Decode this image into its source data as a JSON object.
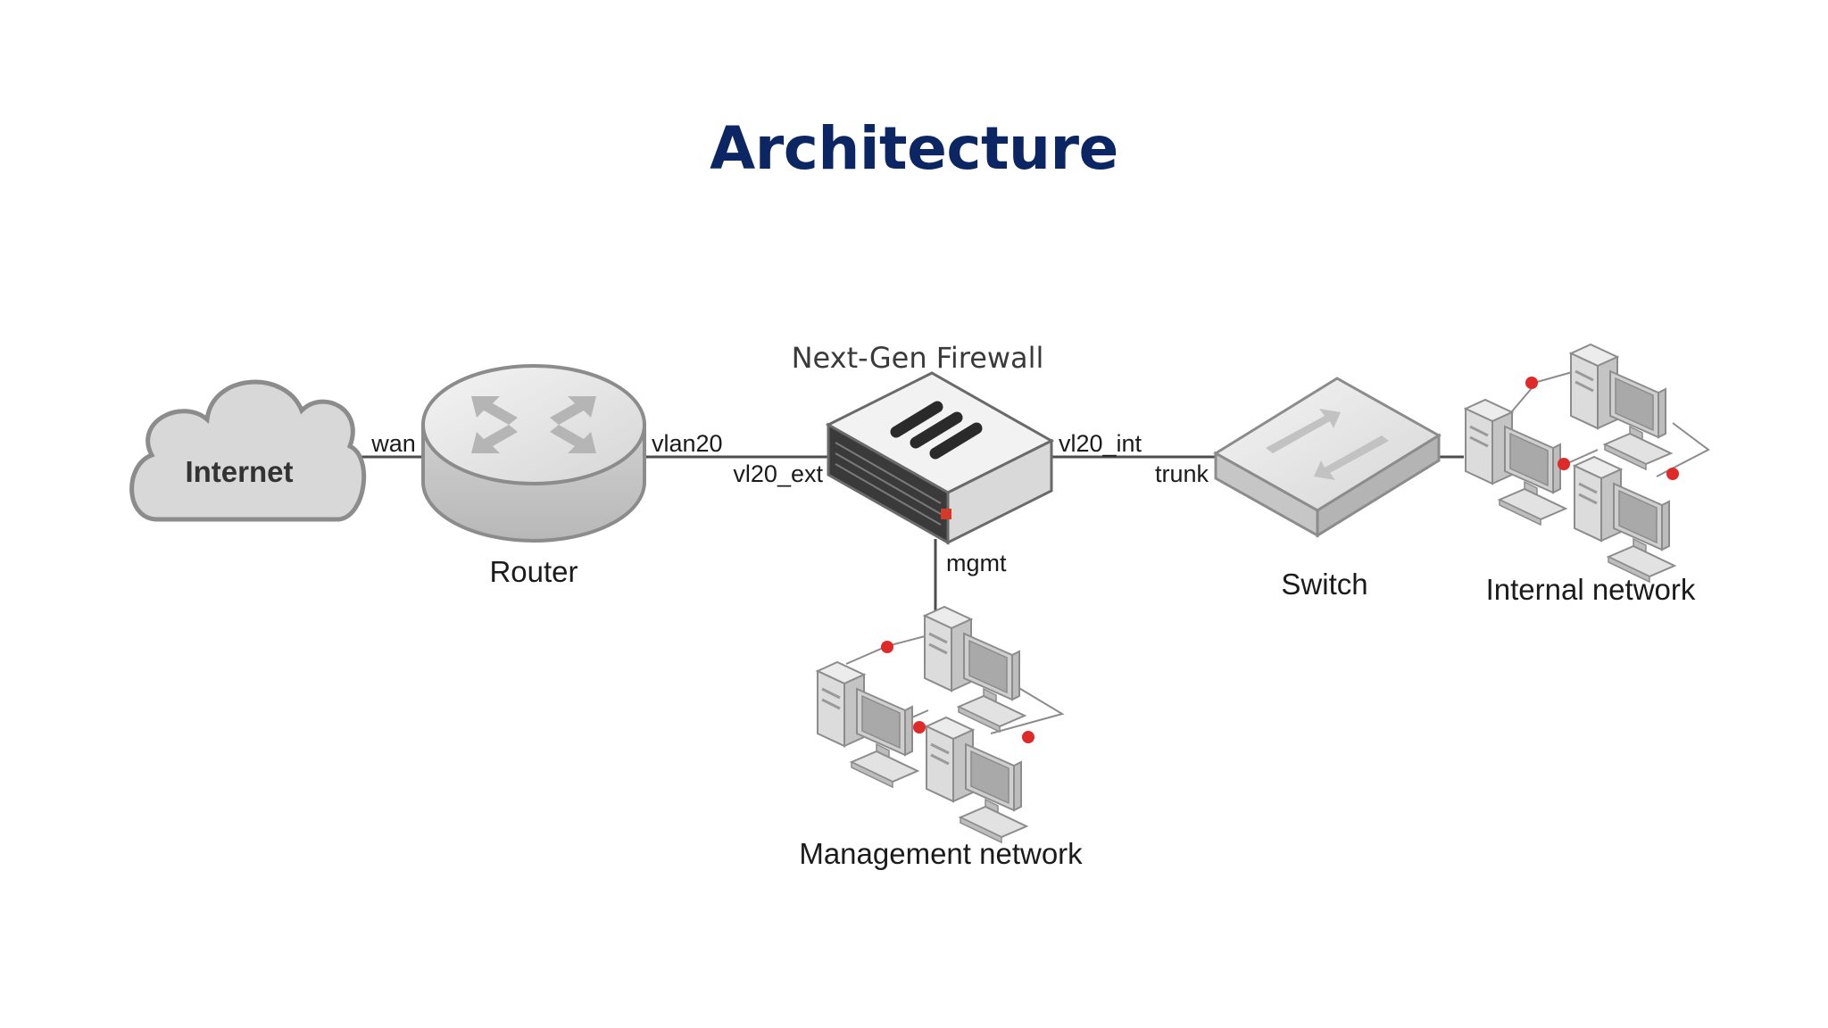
{
  "slide": {
    "title": "Architecture"
  },
  "nodes": {
    "internet": "Internet",
    "router": "Router",
    "firewall": "Next-Gen Firewall",
    "switch": "Switch",
    "internal_network": "Internal network",
    "management_network": "Management network"
  },
  "ports": {
    "wan": "wan",
    "vlan20": "vlan20",
    "vl20_ext": "vl20_ext",
    "vl20_int": "vl20_int",
    "trunk": "trunk",
    "mgmt": "mgmt"
  },
  "colors": {
    "title": "#0b2663",
    "device_gray": "#d9d9d9",
    "outline": "#8c8c8c",
    "link_dot": "#e02a2a",
    "firewall_body": "#2e2e2e"
  },
  "icons": {
    "internet": "cloud-icon",
    "router": "router-icon",
    "firewall": "firewall-appliance-icon",
    "switch": "switch-icon",
    "workstation": "computer-workstation-icon"
  }
}
